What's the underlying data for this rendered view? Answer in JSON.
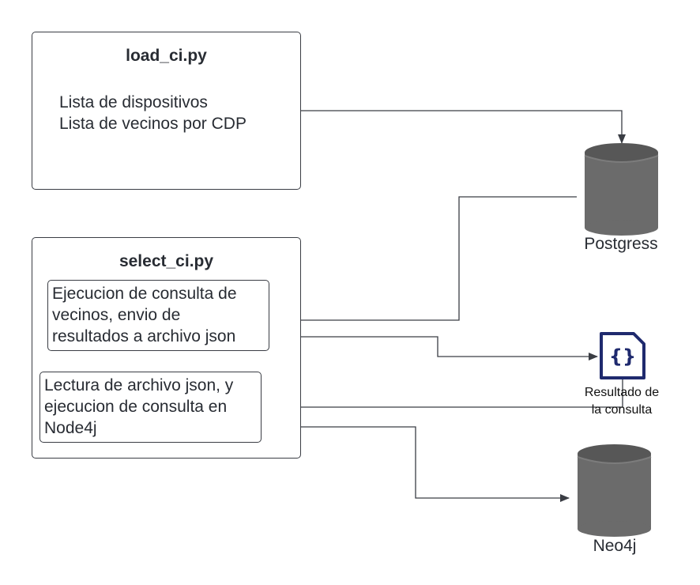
{
  "load_box": {
    "title": "load_ci.py",
    "line1": "Lista de dispositivos",
    "line2": "Lista de vecinos por CDP"
  },
  "select_box": {
    "title": "select_ci.py",
    "step1": {
      "line1": "Ejecucion de consulta de",
      "line2": "vecinos, envio de",
      "line3": "resultados a archivo json"
    },
    "step2": {
      "line1": "Lectura de archivo json, y",
      "line2": "ejecucion de consulta en",
      "line3": "Node4j"
    }
  },
  "postgres": {
    "label": "Postgress"
  },
  "result_file": {
    "icon": "json-file-icon",
    "line1": "Resultado de",
    "line2": "la consulta"
  },
  "neo4j": {
    "label": "Neo4j"
  },
  "colors": {
    "cylinder_top": "#5f5f5f",
    "cylinder_body": "#6b6b6b",
    "file_icon": "#1f2a6e",
    "line": "#3a3d44"
  }
}
